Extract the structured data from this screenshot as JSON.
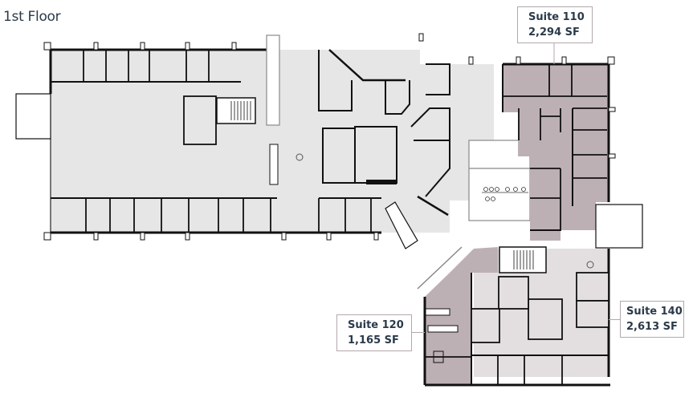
{
  "floor_title": "1st Floor",
  "colors": {
    "common_area": "#e6e6e6",
    "suite_dark": "#bdb0b4",
    "suite_light": "#e3dfe1",
    "wall": "#111111",
    "callout_border": "#b3a8ad",
    "label_text": "#2b3a4a"
  },
  "suites": [
    {
      "name": "Suite 110",
      "area": "2,294 SF"
    },
    {
      "name": "Suite 120",
      "area": "1,165 SF"
    },
    {
      "name": "Suite 140",
      "area": "2,613 SF"
    }
  ]
}
